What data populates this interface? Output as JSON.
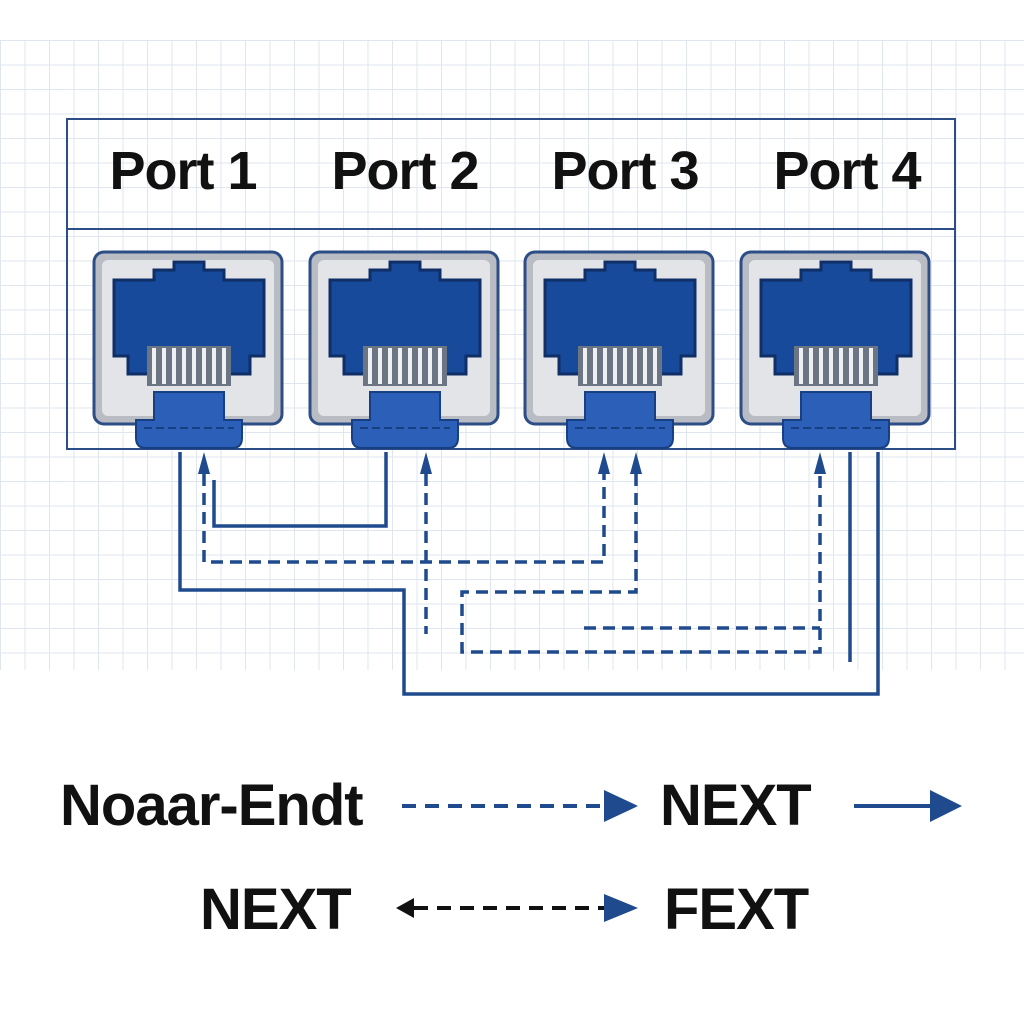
{
  "ports": [
    {
      "label": "Port 1"
    },
    {
      "label": "Port 2"
    },
    {
      "label": "Port 3"
    },
    {
      "label": "Port 4"
    }
  ],
  "legend": {
    "row1_left": "Noaar-Endt",
    "row1_mid": "NEXT",
    "row2_left": "NEXT",
    "row2_right": "FEXT"
  },
  "colors": {
    "panel_border": "#2d4d86",
    "jack_blue": "#1d4fa0",
    "wire_blue": "#1f4a8e"
  }
}
